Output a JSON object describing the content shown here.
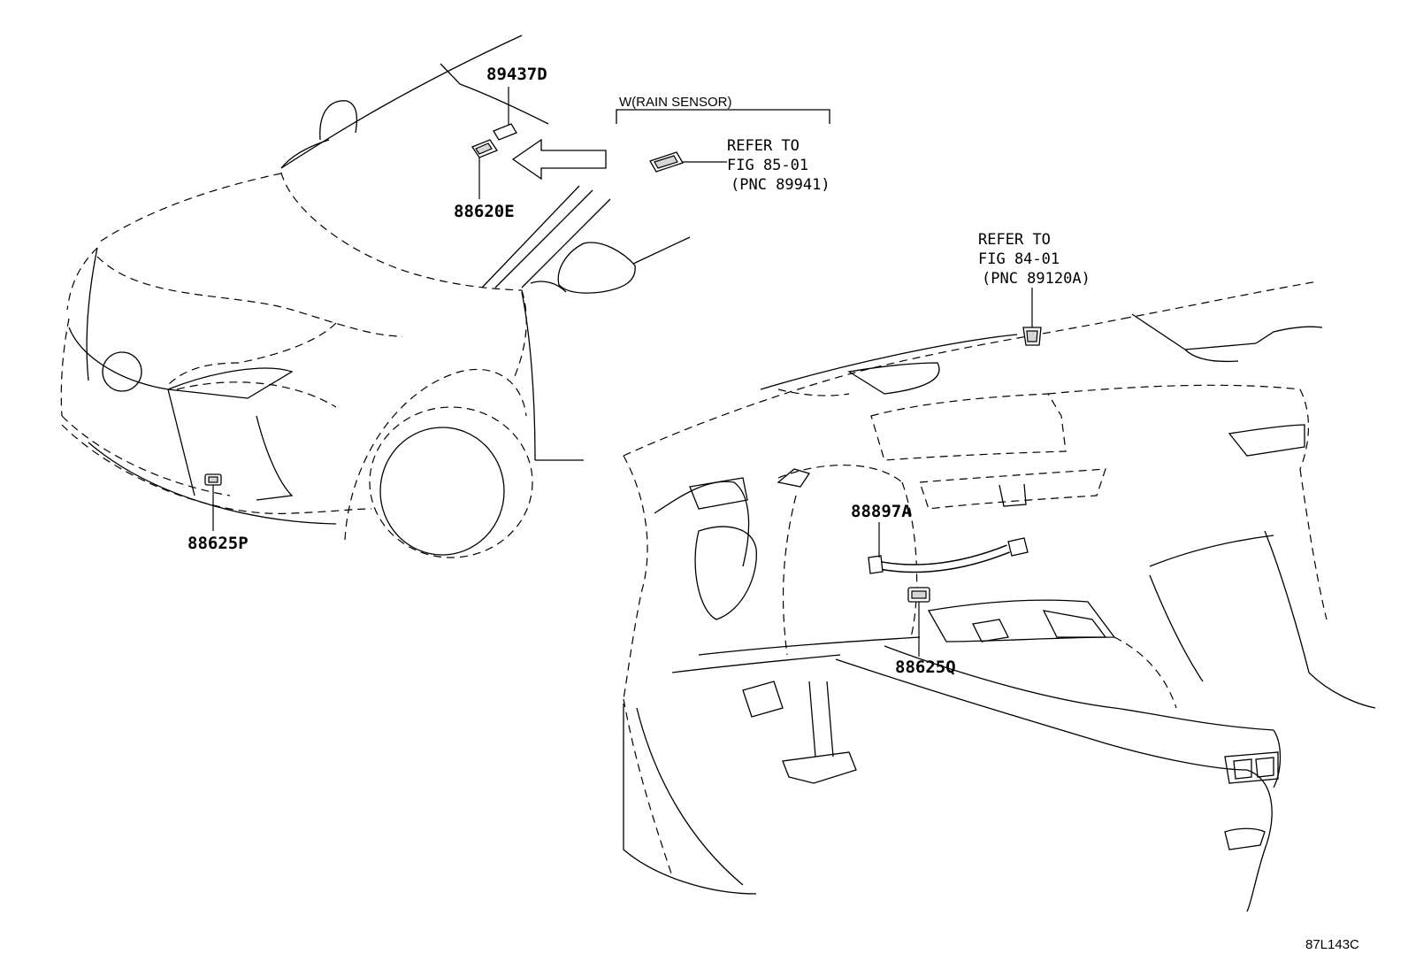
{
  "diagram": {
    "figure_code": "87L143C",
    "labels": {
      "p89437D": "89437D",
      "p88620E": "88620E",
      "p88625P": "88625P",
      "p88897A": "88897A",
      "p88625Q": "88625Q"
    },
    "rain_sensor": {
      "title": "W(RAIN SENSOR)",
      "refer_line1": "REFER TO",
      "refer_line2": "FIG 85-01",
      "refer_line3": "(PNC 89941)"
    },
    "dash_ref": {
      "refer_line1": "REFER TO",
      "refer_line2": "FIG 84-01",
      "refer_line3": "(PNC 89120A)"
    }
  }
}
